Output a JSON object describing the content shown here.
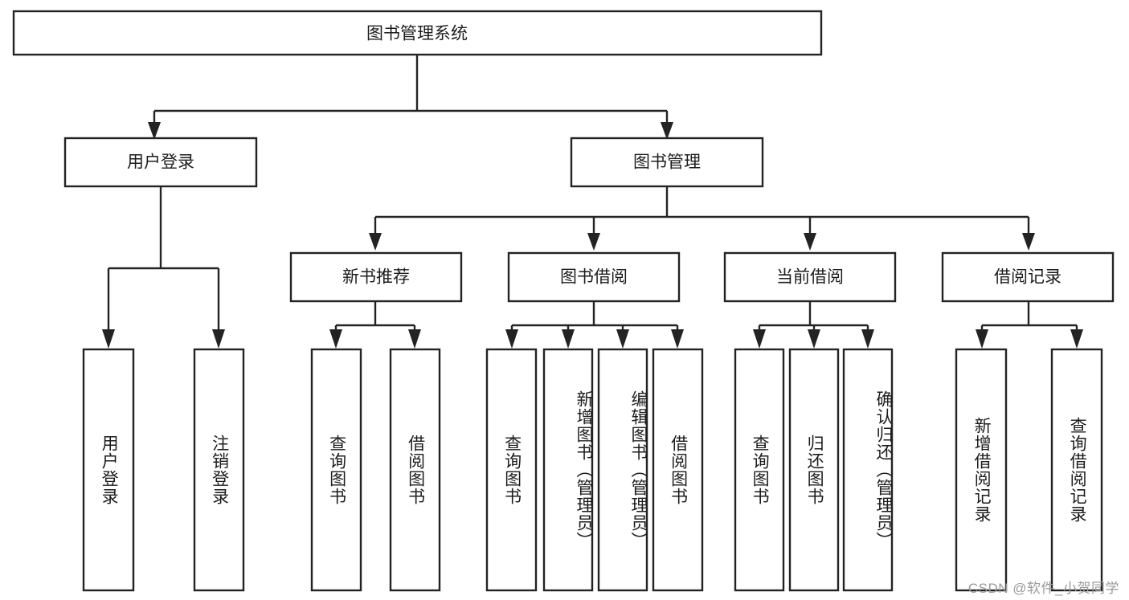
{
  "diagram": {
    "type": "tree-hierarchy-chart",
    "title": "图书管理系统",
    "watermark": "CSDN @软件_小贺同学",
    "colors": {
      "stroke": "#232323",
      "fill": "#ffffff",
      "text": "#1c1c1c",
      "watermark": "#9a9a9a",
      "background": "#ffffff"
    },
    "levels": [
      {
        "level": 1,
        "nodes": [
          {
            "id": "root",
            "label": "图书管理系统",
            "orientation": "horizontal"
          }
        ]
      },
      {
        "level": 2,
        "nodes": [
          {
            "id": "user-login",
            "label": "用户登录",
            "orientation": "horizontal",
            "parent": "root"
          },
          {
            "id": "book-manage",
            "label": "图书管理",
            "orientation": "horizontal",
            "parent": "root"
          }
        ]
      },
      {
        "level": 3,
        "nodes": [
          {
            "id": "new-book-rec",
            "label": "新书推荐",
            "orientation": "horizontal",
            "parent": "book-manage"
          },
          {
            "id": "book-borrow",
            "label": "图书借阅",
            "orientation": "horizontal",
            "parent": "book-manage"
          },
          {
            "id": "current-borrow",
            "label": "当前借阅",
            "orientation": "horizontal",
            "parent": "book-manage"
          },
          {
            "id": "borrow-record",
            "label": "借阅记录",
            "orientation": "horizontal",
            "parent": "book-manage"
          }
        ]
      },
      {
        "level": 4,
        "nodes": [
          {
            "id": "leaf-user-login",
            "label": "用户登录",
            "orientation": "vertical",
            "parent": "user-login"
          },
          {
            "id": "leaf-logout",
            "label": "注销登录",
            "orientation": "vertical",
            "parent": "user-login"
          },
          {
            "id": "leaf-query-book-1",
            "label": "查询图书",
            "orientation": "vertical",
            "parent": "new-book-rec"
          },
          {
            "id": "leaf-borrow-book-1",
            "label": "借阅图书",
            "orientation": "vertical",
            "parent": "new-book-rec"
          },
          {
            "id": "leaf-query-book-2",
            "label": "查询图书",
            "orientation": "vertical",
            "parent": "book-borrow"
          },
          {
            "id": "leaf-add-book",
            "label": "新增图书（管理员）",
            "orientation": "vertical",
            "parent": "book-borrow"
          },
          {
            "id": "leaf-edit-book",
            "label": "编辑图书（管理员）",
            "orientation": "vertical",
            "parent": "book-borrow"
          },
          {
            "id": "leaf-borrow-book-2",
            "label": "借阅图书",
            "orientation": "vertical",
            "parent": "book-borrow"
          },
          {
            "id": "leaf-query-book-3",
            "label": "查询图书",
            "orientation": "vertical",
            "parent": "current-borrow"
          },
          {
            "id": "leaf-return-book",
            "label": "归还图书",
            "orientation": "vertical",
            "parent": "current-borrow"
          },
          {
            "id": "leaf-confirm-return",
            "label": "确认归还（管理员）",
            "orientation": "vertical",
            "parent": "current-borrow"
          },
          {
            "id": "leaf-add-record",
            "label": "新增借阅记录",
            "orientation": "vertical",
            "parent": "borrow-record"
          },
          {
            "id": "leaf-query-record",
            "label": "查询借阅记录",
            "orientation": "vertical",
            "parent": "borrow-record"
          }
        ]
      }
    ]
  }
}
